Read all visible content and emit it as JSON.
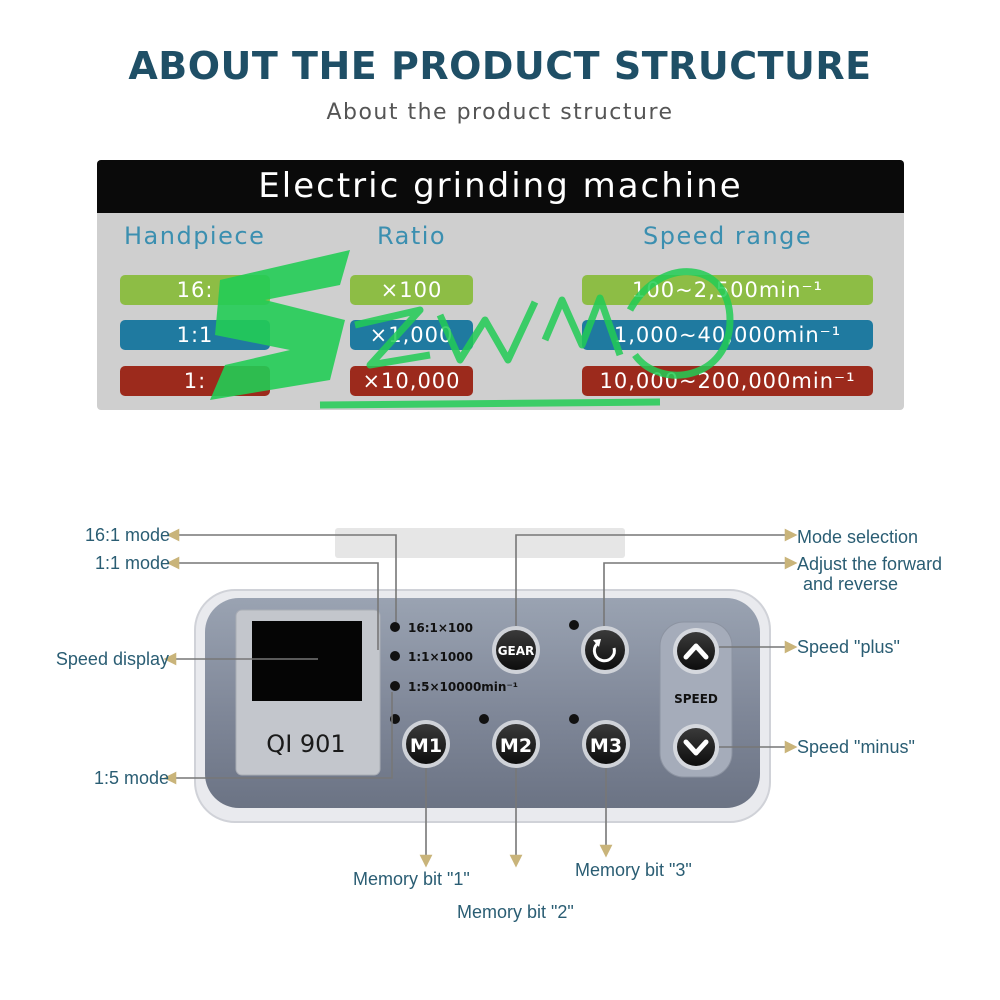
{
  "header": {
    "title": "ABOUT THE PRODUCT STRUCTURE",
    "subtitle": "About the product structure"
  },
  "spec_table": {
    "title": "Electric grinding machine",
    "columns": [
      "Handpiece",
      "Ratio",
      "Speed range"
    ],
    "rows": [
      {
        "handpiece": "16:",
        "ratio": "×100",
        "speed": "100~2,500min⁻¹",
        "color": "#8dbd45"
      },
      {
        "handpiece": "1:1",
        "ratio": "×1,000",
        "speed": "1,000~40,000min⁻¹",
        "color": "#1f7aa0"
      },
      {
        "handpiece": "1:",
        "ratio": "×10,000",
        "speed": "10,000~200,000min⁻¹",
        "color": "#9c2a1c"
      }
    ]
  },
  "watermark": {
    "text": "ZZWM",
    "color": "#22cc55"
  },
  "device": {
    "model": "QI 901",
    "mode_leds": [
      "16:1×100",
      "1:1×1000",
      "1:5×10000min⁻¹"
    ],
    "buttons": {
      "gear": "GEAR",
      "m1": "M1",
      "m2": "M2",
      "m3": "M3",
      "speed": "SPEED"
    },
    "icons": [
      "reverse-icon",
      "chevron-up-icon",
      "chevron-down-icon"
    ]
  },
  "callouts": {
    "mode_16_1": "16:1 mode",
    "mode_1_1": "1:1 mode",
    "speed_display": "Speed display",
    "mode_1_5": "1:5 mode",
    "mode_selection": "Mode selection",
    "forward_reverse_1": "Adjust the forward",
    "forward_reverse_2": "and reverse",
    "speed_plus": "Speed \"plus\"",
    "speed_minus": "Speed \"minus\"",
    "memory_1": "Memory bit \"1\"",
    "memory_2": "Memory bit \"2\"",
    "memory_3": "Memory bit \"3\""
  },
  "colors": {
    "title": "#1f4f66",
    "label": "#2a5d73",
    "arrow": "#c9b47a",
    "leader": "#777777"
  }
}
